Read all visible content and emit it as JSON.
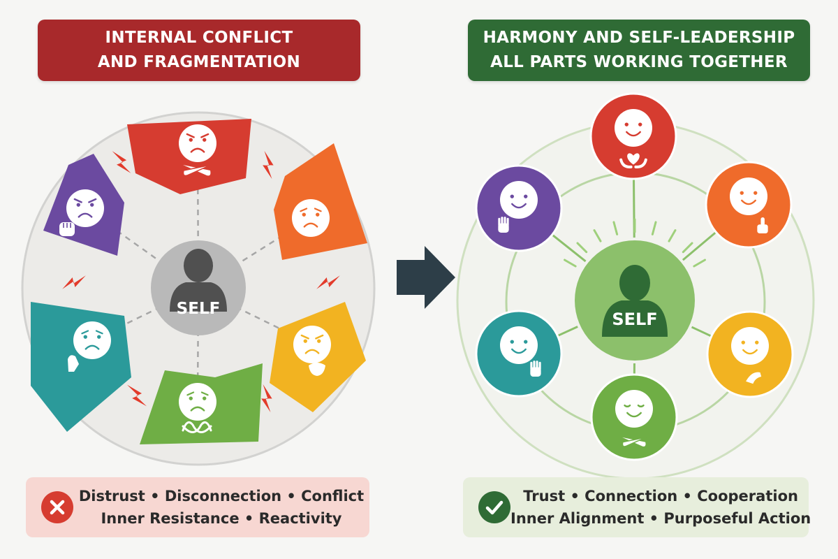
{
  "colors": {
    "background": "#f6f6f4",
    "conflict_red": "#a8292b",
    "harmony_green": "#2f6b35",
    "part_red": "#d63c30",
    "part_orange": "#ef6b2b",
    "part_yellow": "#f2b321",
    "part_green": "#6fae45",
    "part_teal": "#2b9a9a",
    "part_purple": "#6b4aa0",
    "lightning": "#e23b2b",
    "arrow": "#2d3e48",
    "self_gray": "#b9b9b9",
    "self_figure": "#505050",
    "self_green": "#8cc06b",
    "self_figure_green": "#2f6b35",
    "summary_red_bg": "#f7d7d2",
    "summary_green_bg": "#e7eedc"
  },
  "left": {
    "title_lines": [
      "INTERNAL CONFLICT",
      "AND FRAGMENTATION"
    ],
    "self_label": "SELF",
    "parts": [
      {
        "name": "top",
        "color": "#d63c30",
        "expression": "angry",
        "gesture": "arms-crossed-icon"
      },
      {
        "name": "upper-right",
        "color": "#ef6b2b",
        "expression": "sad",
        "gesture": ""
      },
      {
        "name": "lower-right",
        "color": "#f2b321",
        "expression": "angry",
        "gesture": "chin-hand-icon"
      },
      {
        "name": "bottom",
        "color": "#6fae45",
        "expression": "sad",
        "gesture": "tangled-arms-icon"
      },
      {
        "name": "lower-left",
        "color": "#2b9a9a",
        "expression": "worried",
        "gesture": "hand-on-face-icon"
      },
      {
        "name": "upper-left",
        "color": "#6b4aa0",
        "expression": "angry",
        "gesture": "fist-icon"
      }
    ],
    "summary_lines": [
      "Distrust • Disconnection • Conflict",
      "Inner Resistance • Reactivity"
    ],
    "summary_icon": "x-icon"
  },
  "right": {
    "title_lines": [
      "HARMONY AND SELF-LEADERSHIP",
      "ALL PARTS WORKING TOGETHER"
    ],
    "self_label": "SELF",
    "parts": [
      {
        "name": "top",
        "color": "#d63c30",
        "expression": "smile",
        "gesture": "heart-hands-icon"
      },
      {
        "name": "upper-right",
        "color": "#ef6b2b",
        "expression": "smile",
        "gesture": "thumbs-up-icon"
      },
      {
        "name": "lower-right",
        "color": "#f2b321",
        "expression": "smile",
        "gesture": "hand-on-chest-icon"
      },
      {
        "name": "bottom",
        "color": "#6fae45",
        "expression": "calm",
        "gesture": "arms-crossed-icon"
      },
      {
        "name": "lower-left",
        "color": "#2b9a9a",
        "expression": "smile",
        "gesture": "wave-icon"
      },
      {
        "name": "upper-left",
        "color": "#6b4aa0",
        "expression": "smile",
        "gesture": "raised-hand-icon"
      }
    ],
    "summary_lines": [
      "Trust • Connection • Cooperation",
      "Inner Alignment • Purposeful Action"
    ],
    "summary_icon": "check-icon"
  },
  "transition_icon": "arrow-right-icon"
}
